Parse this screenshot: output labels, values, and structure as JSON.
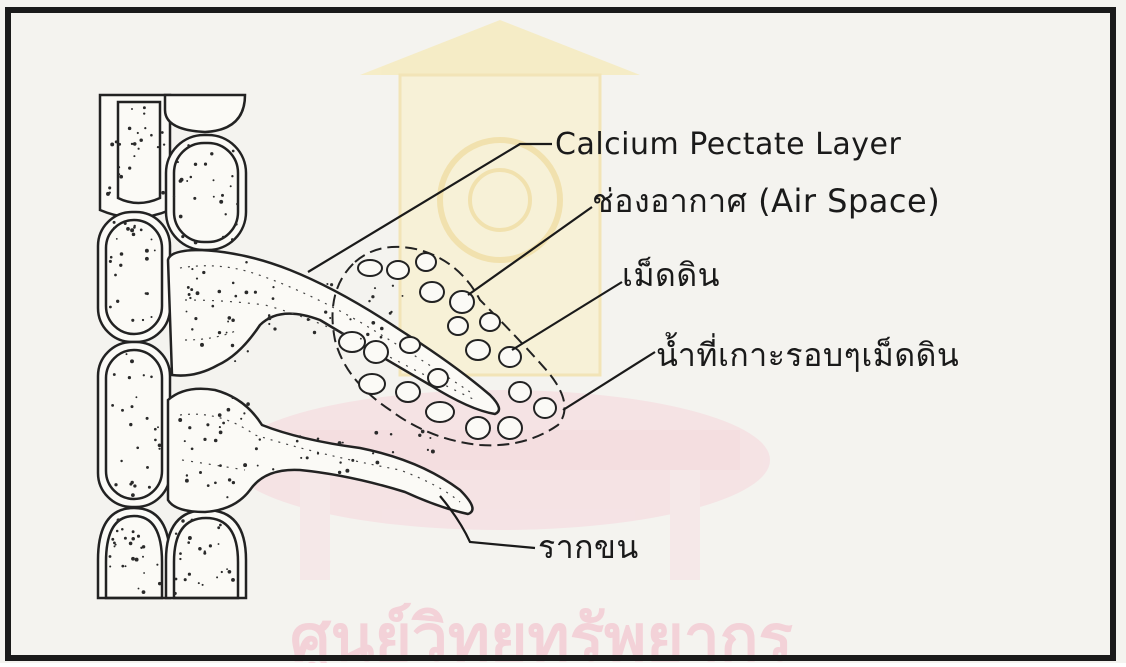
{
  "labels": {
    "calcium_pectate": "Calcium Pectate Layer",
    "air_space": "ช่องอากาศ (Air Space)",
    "soil_particle": "เม็ดดิน",
    "water_film": "น้ำที่เกาะรอบๆเม็ดดิน",
    "root_hair": "รากขน"
  },
  "watermark": {
    "text": "ศูนย์วิทยทรัพยากร"
  },
  "colors": {
    "paper": "#f4f3ef",
    "ink": "#1a1a1a",
    "watermark_emblem": "#f6e08a",
    "watermark_pink": "#f3c7cf"
  }
}
